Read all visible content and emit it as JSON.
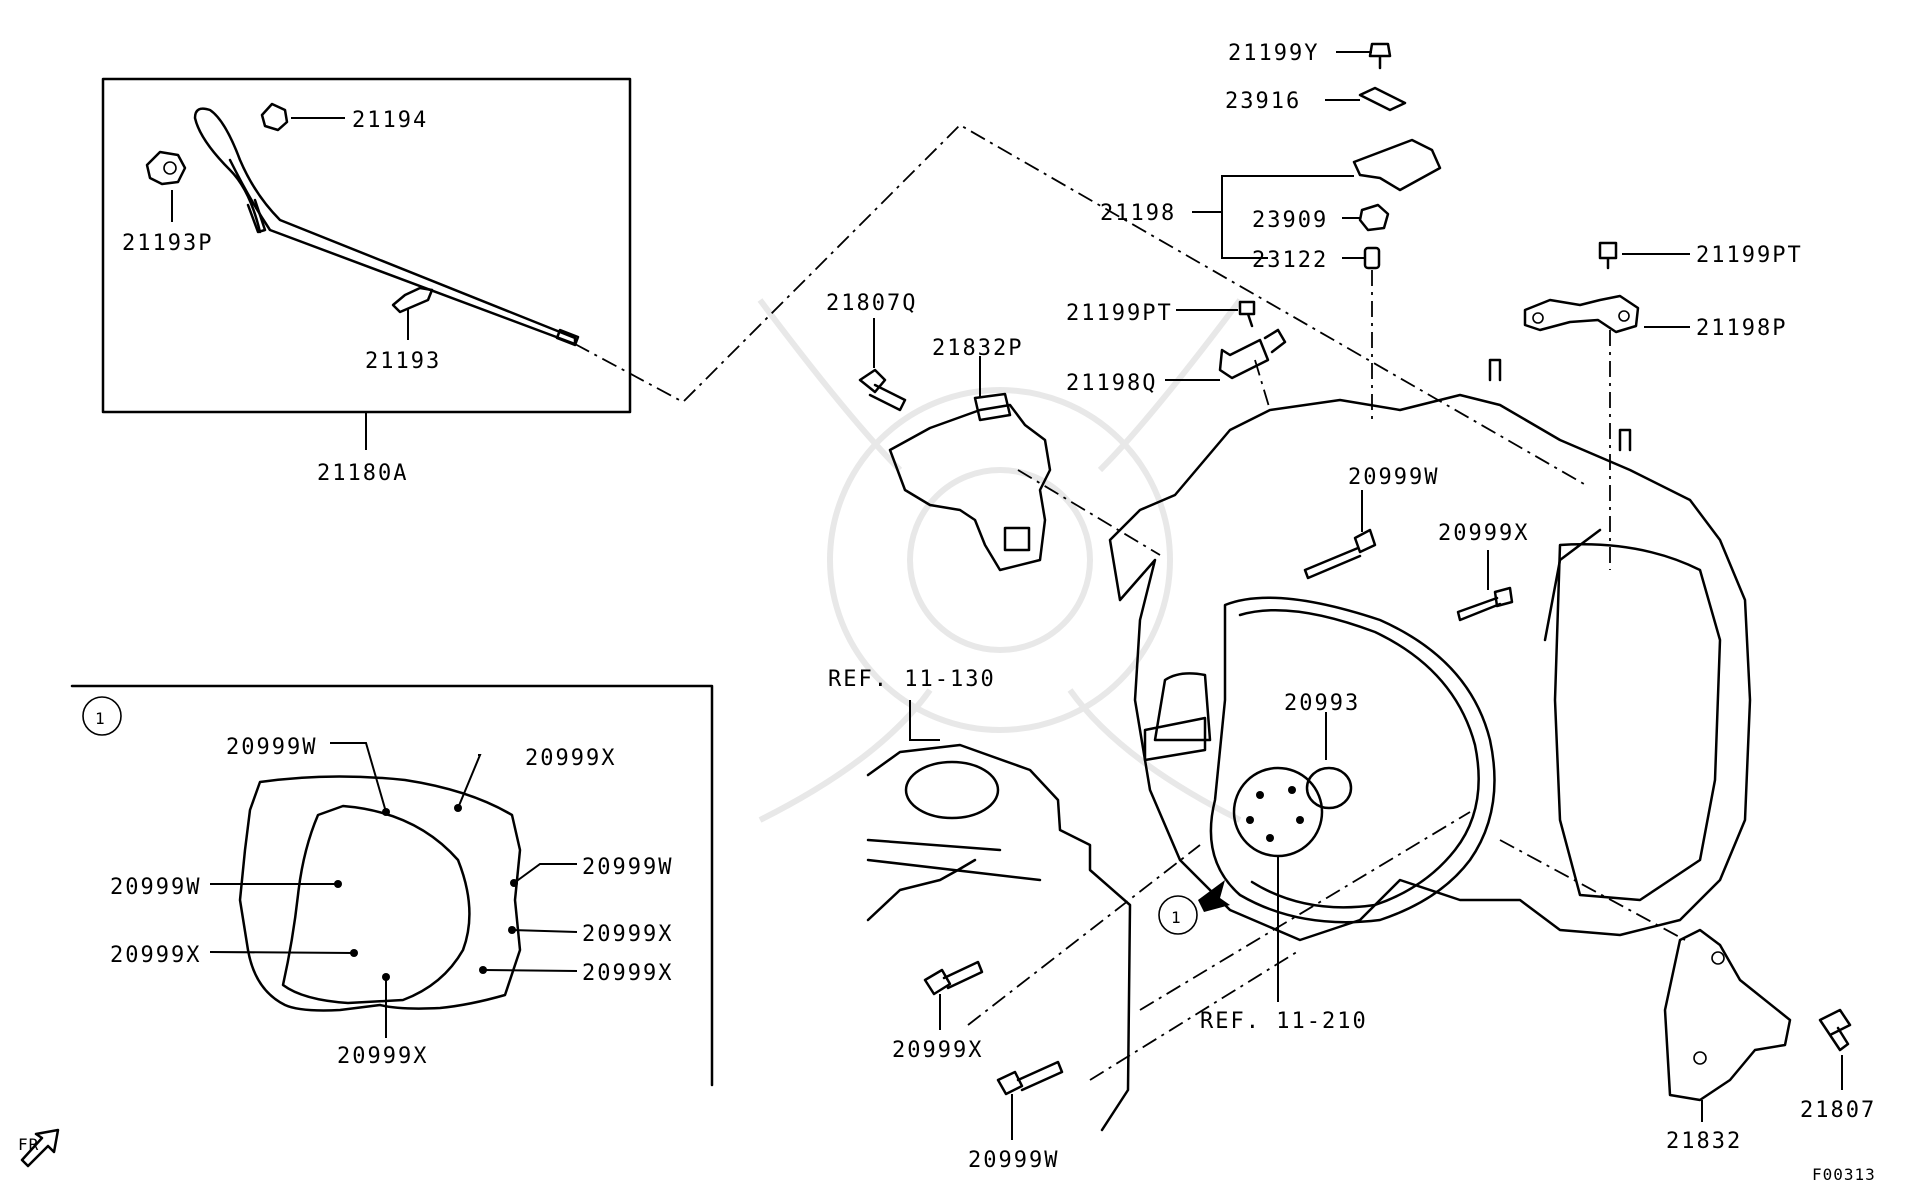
{
  "labels": {
    "l_21199Y": "21199Y",
    "l_23916": "23916",
    "l_21198": "21198",
    "l_23909": "23909",
    "l_23122": "23122",
    "l_21199PT_r": "21199PT",
    "l_21198P": "21198P",
    "l_21194": "21194",
    "l_21193P": "21193P",
    "l_21193": "21193",
    "l_21180A": "21180A",
    "l_21807Q": "21807Q",
    "l_21832P": "21832P",
    "l_21199PT_m": "21199PT",
    "l_21198Q": "21198Q",
    "l_20999W_m": "20999W",
    "l_20999X_m": "20999X",
    "l_ref11130": "REF. 11-130",
    "l_20993": "20993",
    "l_ref11210": "REF. 11-210",
    "l_20999X_b1": "20999X",
    "l_20999W_b2": "20999W",
    "l_21832": "21832",
    "l_21807": "21807",
    "l_fr": "FR",
    "l_code": "F00313"
  },
  "inset": {
    "marker": "1",
    "l_w_top": "20999W",
    "l_x_top": "20999X",
    "l_w_left": "20999W",
    "l_w_right": "20999W",
    "l_x_right1": "20999X",
    "l_x_left": "20999X",
    "l_x_right2": "20999X",
    "l_x_bottom": "20999X"
  },
  "main_marker": "1"
}
